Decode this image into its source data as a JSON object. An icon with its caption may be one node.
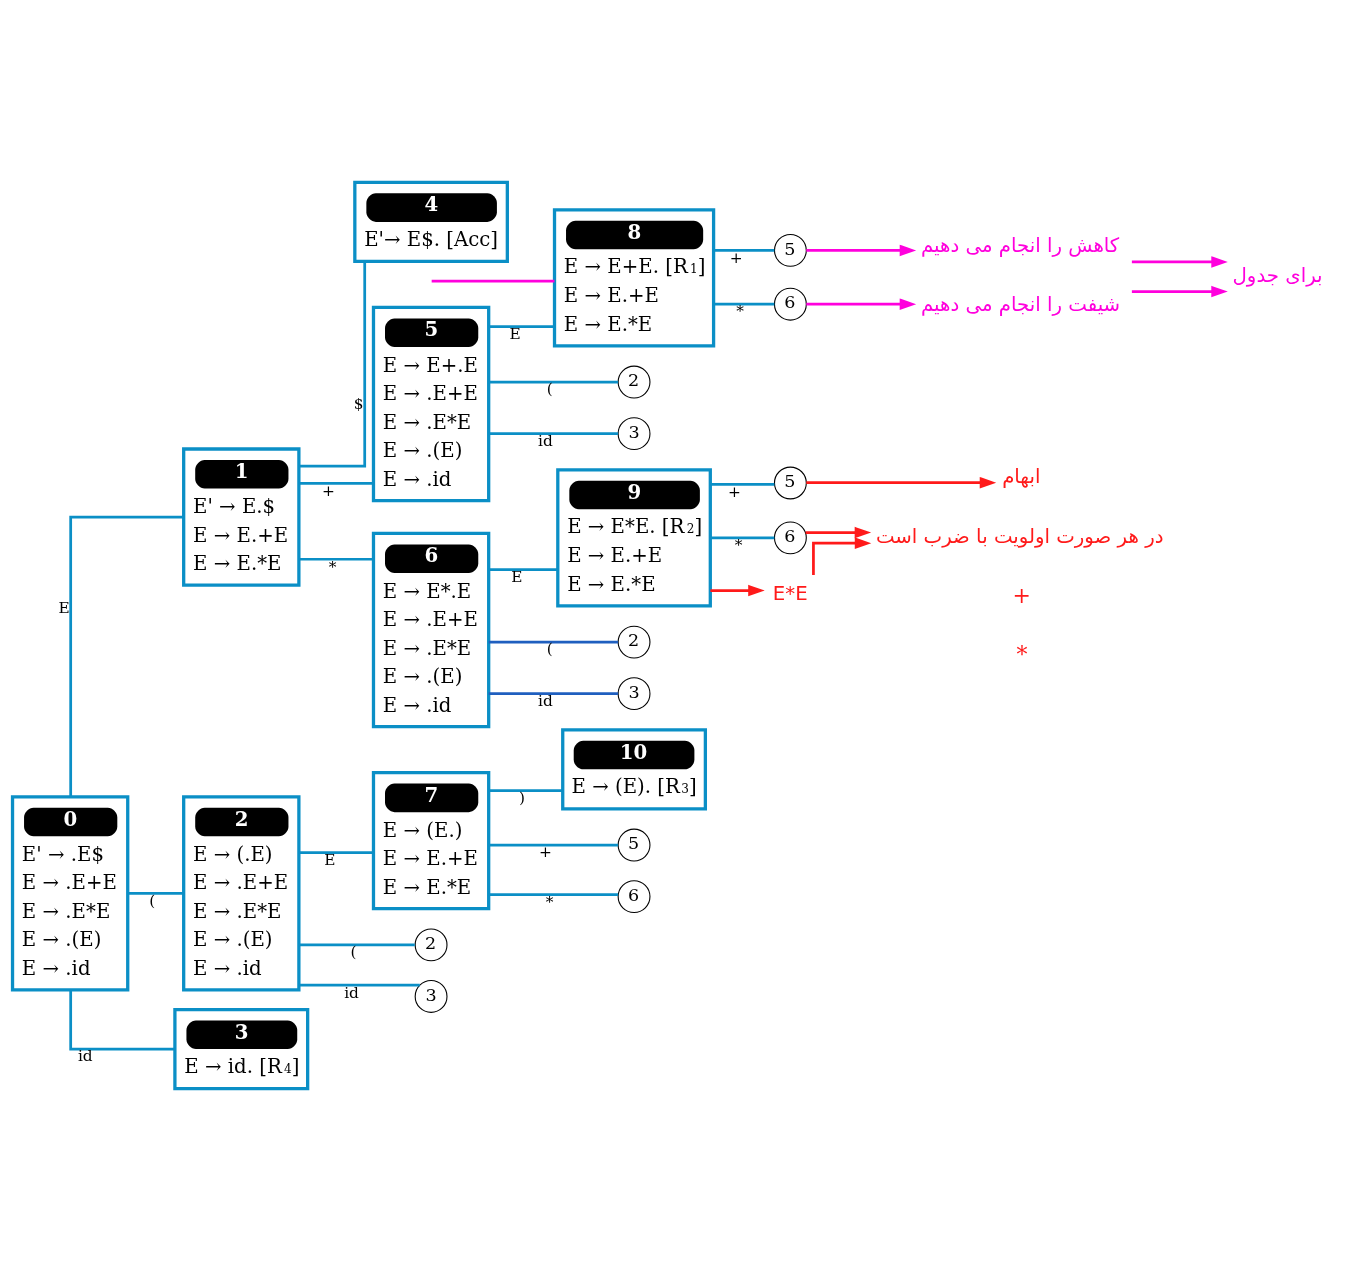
{
  "diagram": {
    "nodes": [
      {
        "text": [
          "0",
          "E' → .E$",
          "E → .E+E",
          "E → .E*E",
          "E → .(E)",
          "E → .id"
        ]
      },
      {
        "text": [
          "1",
          "E' → E.$",
          "E → E.+E",
          "E → E.*E"
        ]
      },
      {
        "text": [
          "2",
          "E → (.E)",
          "E → .E+E",
          "E → .E*E",
          "E → .(E)",
          "E → .id"
        ]
      },
      {
        "text": [
          "3",
          "E → id. [R$_{4}$]"
        ]
      },
      {
        "text": [
          "4",
          "E'→ E$. [Acc]"
        ]
      },
      {
        "text": [
          "5",
          "E → E+.E",
          "E → .E+E",
          "E → .E*E",
          "E → .(E)",
          "E → .id"
        ]
      },
      {
        "text": [
          "6",
          "E → E*.E",
          "E → .E+E",
          "E → .E*E",
          "E → .(E)",
          "E → .id"
        ]
      },
      {
        "text": [
          "7",
          "E → (E.)",
          "E → E.+E",
          "E → E.*E"
        ]
      },
      {
        "text": [
          "8",
          "E → E+E. [R$_{1}$]",
          "E → E.+E",
          "E → E.*E"
        ]
      },
      {
        "text": [
          "9",
          "E → E*E. [R$_{2}$]",
          "E → E.+E",
          "E → E.*E"
        ]
      },
      {
        "text": [
          "10",
          "E → (E). [R$_{3}$]"
        ]
      },
      {
        "text": [
          "5"
        ]
      },
      {
        "text": [
          "6"
        ]
      },
      {
        "text": [
          "2"
        ]
      },
      {
        "text": [
          "3"
        ]
      },
      {
        "text": [
          "5"
        ]
      },
      {
        "text": [
          "6"
        ]
      },
      {
        "text": [
          "2"
        ]
      },
      {
        "text": [
          "3"
        ]
      },
      {
        "text": [
          "5"
        ]
      },
      {
        "text": [
          "6"
        ]
      },
      {
        "text": [
          "2"
        ]
      },
      {
        "text": [
          "3"
        ]
      },
      {
        "text": [
          "کاهش را انجام می دهیم"
        ]
      },
      {
        "text": [
          "برای جدول"
        ]
      },
      {
        "text": [
          "شیفت را انجام می دهیم"
        ]
      },
      {
        "text": [
          "ابهام"
        ]
      },
      {
        "text": [
          "در هر صورت اولویت با ضرب است"
        ]
      },
      {
        "text": [
          "E*E"
        ]
      }
    ],
    "edges": [
      {
        "from": 0,
        "to": 1,
        "arrow": "none",
        "label": "E"
      },
      {
        "from": 0,
        "to": 2,
        "arrow": "none",
        "label": "("
      },
      {
        "from": 0,
        "to": 3,
        "arrow": "none",
        "label": "id"
      },
      {
        "from": 1,
        "to": 4,
        "arrow": "none",
        "label": "$"
      },
      {
        "from": 1,
        "to": 5,
        "arrow": "none",
        "label": "+"
      },
      {
        "from": 1,
        "to": 6,
        "arrow": "none",
        "label": "*"
      },
      {
        "from": 5,
        "to": 8,
        "arrow": "none",
        "label": "E"
      },
      {
        "from": 5,
        "to": 13,
        "arrow": "none",
        "label": "("
      },
      {
        "from": 5,
        "to": 14,
        "arrow": "none",
        "label": "id"
      },
      {
        "from": 6,
        "to": 9,
        "arrow": "none",
        "label": "E"
      },
      {
        "from": 6,
        "to": 17,
        "arrow": "none",
        "label": "(",
        "color": "#1f5fbf"
      },
      {
        "from": 6,
        "to": 18,
        "arrow": "none",
        "label": "id",
        "color": "#1f5fbf"
      },
      {
        "from": 8,
        "to": 11,
        "arrow": "none",
        "label": "+"
      },
      {
        "from": 8,
        "to": 12,
        "arrow": "none",
        "label": "*"
      },
      {
        "from": 9,
        "to": 15,
        "arrow": "none",
        "label": "+"
      },
      {
        "from": 9,
        "to": 16,
        "arrow": "none",
        "label": "*"
      },
      {
        "from": 2,
        "to": 7,
        "arrow": "none",
        "label": "E"
      },
      {
        "from": 2,
        "to": 21,
        "arrow": "none",
        "label": "("
      },
      {
        "from": 2,
        "to": 22,
        "arrow": "none",
        "label": "id"
      },
      {
        "from": 7,
        "to": 10,
        "arrow": "none",
        "label": ")"
      },
      {
        "from": 7,
        "to": 19,
        "arrow": "none",
        "label": "+"
      },
      {
        "from": 7,
        "to": 20,
        "arrow": "none",
        "label": "*"
      },
      {
        "from": 11,
        "to": 23,
        "arrow": "to",
        "color": "#ff00dd"
      },
      {
        "from": 23,
        "to": 24,
        "arrow": "to",
        "color": "#ff00dd"
      },
      {
        "from": 25,
        "to": 24,
        "arrow": "to",
        "color": "#ff00dd"
      },
      {
        "from": 12,
        "to": 25,
        "arrow": "to",
        "color": "#ff00dd"
      },
      {
        "from": null,
        "to": 8,
        "arrow": "none",
        "color": "#ff00dd"
      },
      {
        "from": 15,
        "to": 26,
        "arrow": "to",
        "color": "#ff1a1a"
      },
      {
        "from": 16,
        "to": 27,
        "arrow": "to",
        "color": "#ff1a1a"
      },
      {
        "from": 9,
        "to": 28,
        "arrow": "to",
        "color": "#ff1a1a"
      },
      {
        "from": 28,
        "to": 27,
        "arrow": "to",
        "color": "#ff1a1a"
      }
    ],
    "labels": [
      "+",
      "*"
    ]
  }
}
